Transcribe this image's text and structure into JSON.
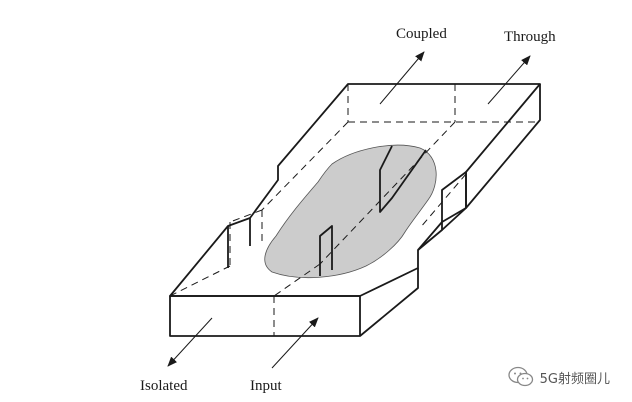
{
  "diagram": {
    "ports": {
      "coupled": "Coupled",
      "through": "Through",
      "isolated": "Isolated",
      "input": "Input"
    },
    "colors": {
      "line": "#1a1a1a",
      "coupling_region": "#cccccc"
    }
  },
  "watermark": {
    "text": "5G射频圈儿",
    "icon": "wechat-icon"
  }
}
